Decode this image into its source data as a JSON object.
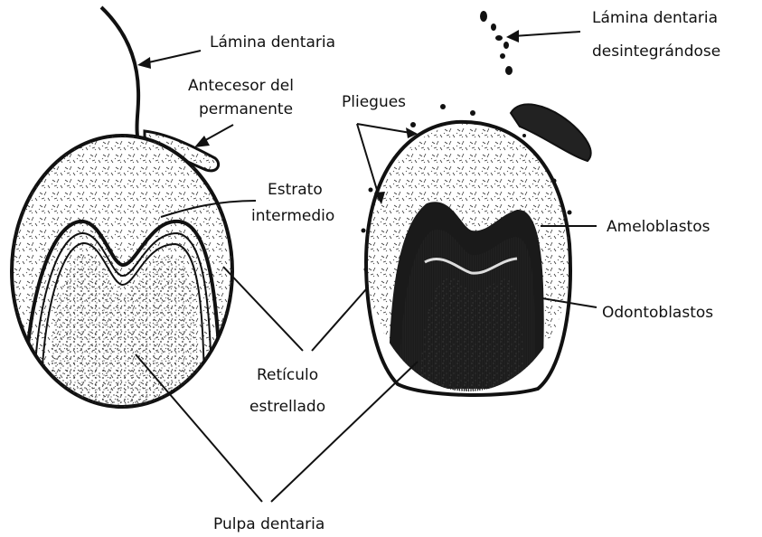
{
  "labels": {
    "lamina_dentaria": "Lámina dentaria",
    "lamina_desintegrandose_1": "Lámina dentaria",
    "lamina_desintegrandose_2": "desintegrándose",
    "antecesor_1": "Antecesor del",
    "antecesor_2": "permanente",
    "pliegues": "Pliegues",
    "estrato_1": "Estrato",
    "estrato_2": "intermedio",
    "ameloblastos": "Ameloblastos",
    "odontoblastos": "Odontoblastos",
    "reticulo_1": "Retículo",
    "reticulo_2": "estrellado",
    "pulpa": "Pulpa dentaria"
  },
  "colors": {
    "ink": "#111111",
    "dark_fill": "#1a1a1a",
    "background": "#ffffff"
  }
}
